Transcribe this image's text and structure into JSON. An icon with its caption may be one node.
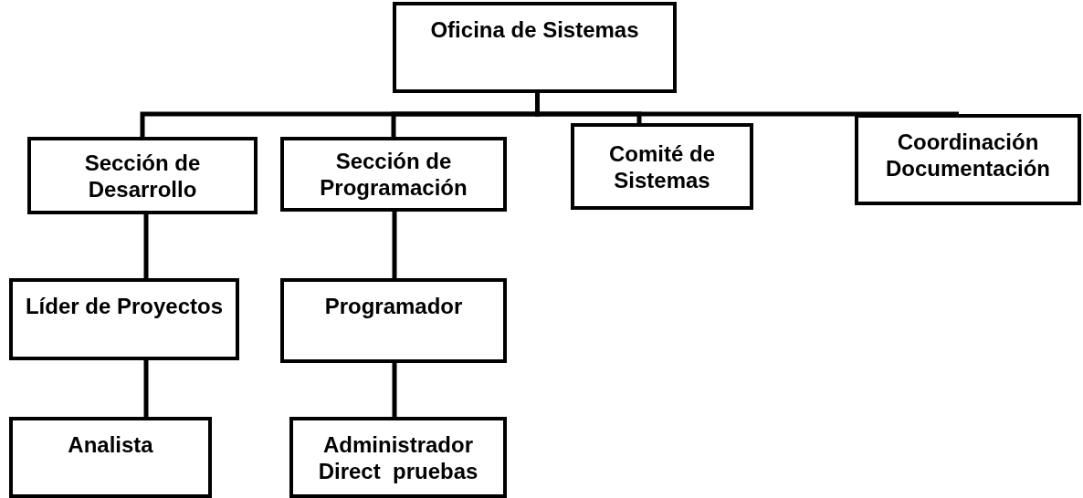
{
  "diagram": {
    "nodes": [
      {
        "text": [
          "Oficina de Sistemas"
        ]
      },
      {
        "text": [
          "Sección de Desarrollo"
        ]
      },
      {
        "text": [
          "Sección de Programación"
        ]
      },
      {
        "text": [
          "Comité de Sistemas"
        ]
      },
      {
        "text": [
          "Coordinación Documentación"
        ]
      },
      {
        "text": [
          "Líder de Proyectos"
        ]
      },
      {
        "text": [
          "Programador"
        ]
      },
      {
        "text": [
          "Analista"
        ]
      },
      {
        "text": [
          "Administrador Direct  pruebas"
        ]
      }
    ],
    "edges": [
      {
        "from": 0,
        "to": 1,
        "arrow": "none"
      },
      {
        "from": 0,
        "to": 2,
        "arrow": "none"
      },
      {
        "from": 0,
        "to": 3,
        "arrow": "none"
      },
      {
        "from": 0,
        "to": 4,
        "arrow": "none"
      },
      {
        "from": 1,
        "to": 5,
        "arrow": "none"
      },
      {
        "from": 2,
        "to": 6,
        "arrow": "none"
      },
      {
        "from": 5,
        "to": 7,
        "arrow": "none"
      },
      {
        "from": 6,
        "to": 8,
        "arrow": "none"
      }
    ]
  }
}
